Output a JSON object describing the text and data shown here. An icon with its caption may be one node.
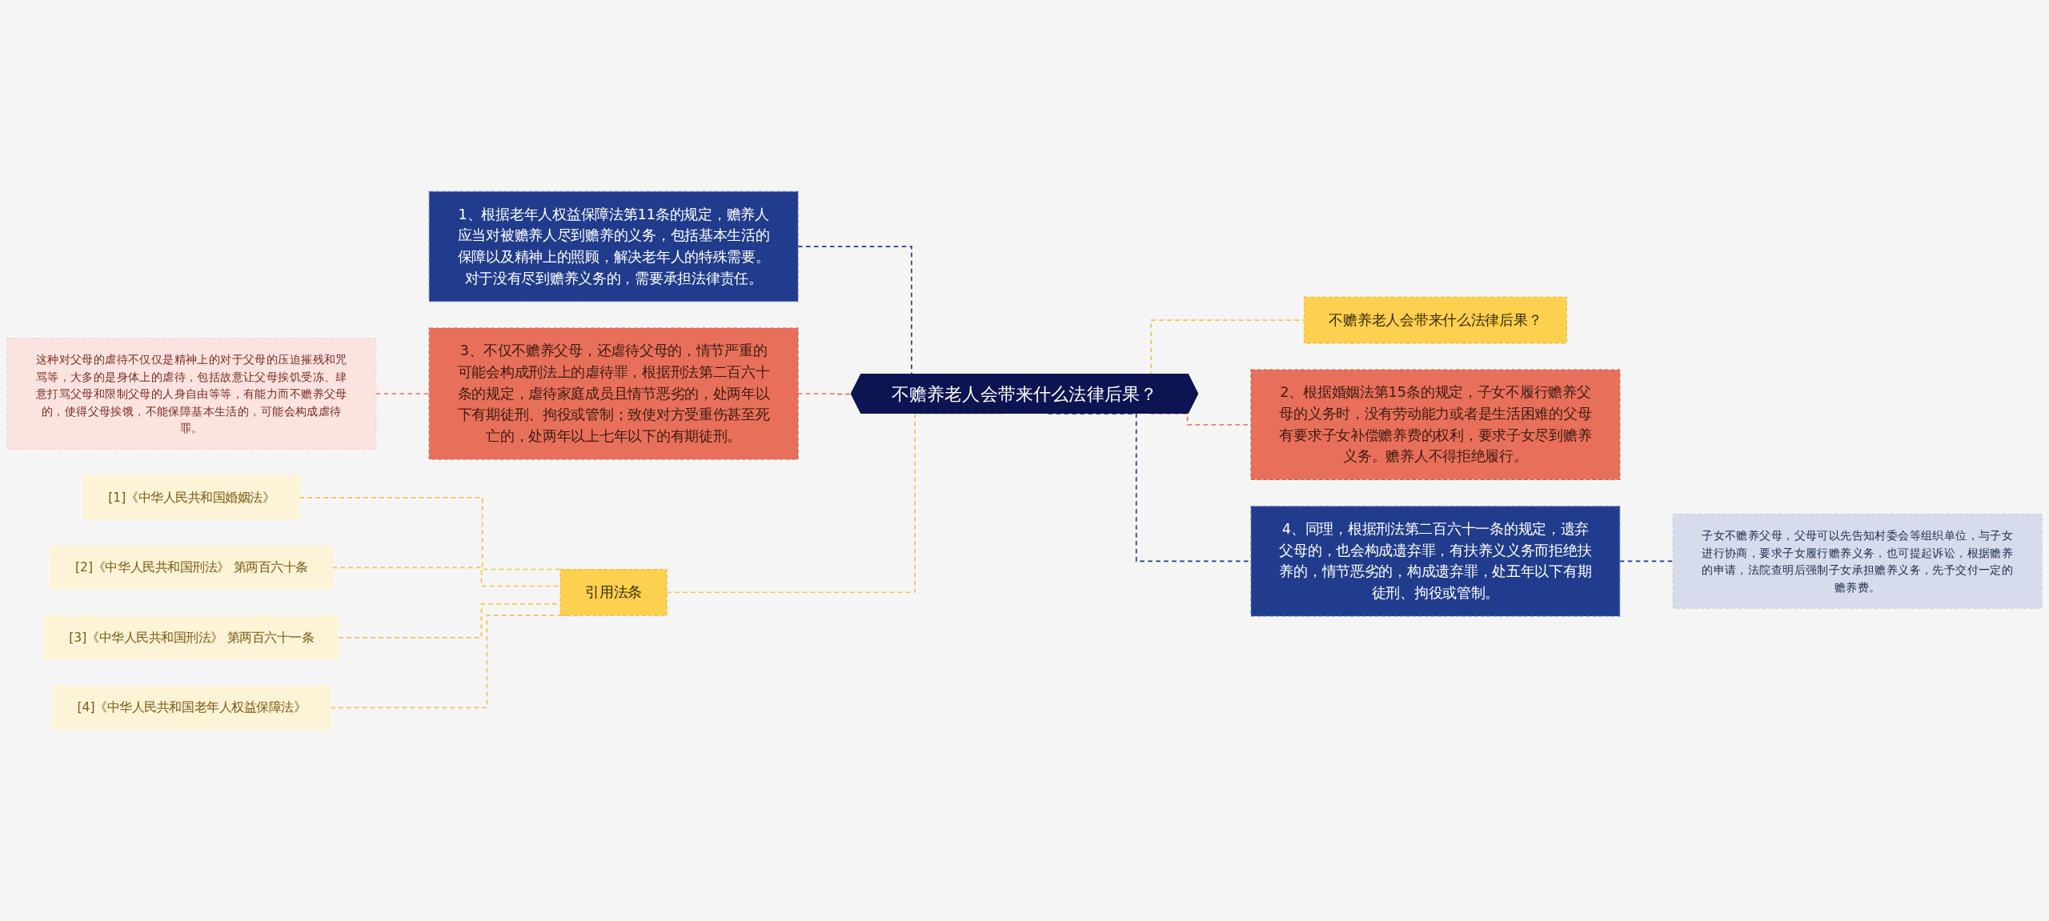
{
  "diagram": {
    "nodes": [
      {
        "text": [
          "不赡养老人会带来什么法律后果？"
        ]
      },
      {
        "text": [
          "1、根据老年人权益保障法第11条的规定，赡养人应当对被赡养人尽到赡养的义务，包括基本生活的保障以及精神上的照顾，解决老年人的特殊需要。对于没有尽到赡养义务的，需要承担法律责任。"
        ]
      },
      {
        "text": [
          "3、不仅不赡养父母，还虐待父母的，情节严重的可能会构成刑法上的虐待罪，根据刑法第二百六十条的规定，虐待家庭成员且情节恶劣的，处两年以下有期徒刑、拘役或管制；致使对方受重伤甚至死亡的，处两年以上七年以下的有期徒刑。"
        ]
      },
      {
        "text": [
          "这种对父母的虐待不仅仅是精神上的对于父母的压迫摧残和咒骂等，大多的是身体上的虐待，包括故意让父母挨饥受冻、肆意打骂父母和限制父母的人身自由等等，有能力而不赡养父母的，使得父母挨饿，不能保障基本生活的，可能会构成虐待罪。"
        ]
      },
      {
        "text": [
          "引用法条"
        ]
      },
      {
        "text": [
          "[1]《中华人民共和国婚姻法》"
        ]
      },
      {
        "text": [
          "[2]《中华人民共和国刑法》 第两百六十条"
        ]
      },
      {
        "text": [
          "[3]《中华人民共和国刑法》 第两百六十一条"
        ]
      },
      {
        "text": [
          "[4]《中华人民共和国老年人权益保障法》"
        ]
      },
      {
        "text": [
          "不赡养老人会带来什么法律后果？"
        ]
      },
      {
        "text": [
          "2、根据婚姻法第15条的规定，子女不履行赡养父母的义务时，没有劳动能力或者是生活困难的父母有要求子女补偿赡养费的权利，要求子女尽到赡养义务。赡养人不得拒绝履行。"
        ]
      },
      {
        "text": [
          "4、同理，根据刑法第二百六十一条的规定，遗弃父母的，也会构成遗弃罪，有扶养义义务而拒绝扶养的，情节恶劣的，构成遗弃罪，处五年以下有期徒刑、拘役或管制。"
        ]
      },
      {
        "text": [
          "子女不赡养父母，父母可以先告知村委会等组织单位，与子女进行协商，要求子女履行赡养义务，也可提起诉讼，根据赡养的申请，法院查明后强制子女承担赡养义务，先予交付一定的赡养费。"
        ]
      }
    ],
    "edges": [
      {
        "from": 1,
        "to": 0,
        "arrow": "none",
        "style": "dashed",
        "color": "#1f3a8a"
      },
      {
        "from": 2,
        "to": 0,
        "arrow": "none",
        "style": "dashed",
        "color": "#e8705a"
      },
      {
        "from": 3,
        "to": 2,
        "arrow": "none",
        "style": "dashed",
        "color": "#e8705a"
      },
      {
        "from": 4,
        "to": 0,
        "arrow": "none",
        "style": "dashed"
      },
      {
        "from": 5,
        "to": 4,
        "arrow": "none",
        "style": "dashed"
      },
      {
        "from": 6,
        "to": 4,
        "arrow": "none",
        "style": "dashed"
      },
      {
        "from": 7,
        "to": 4,
        "arrow": "none",
        "style": "dashed"
      },
      {
        "from": 8,
        "to": 4,
        "arrow": "none",
        "style": "dashed"
      },
      {
        "from": 0,
        "to": 9,
        "arrow": "none",
        "style": "dashed"
      },
      {
        "from": 0,
        "to": 10,
        "arrow": "none",
        "style": "dashed",
        "color": "#e8705a"
      },
      {
        "from": 0,
        "to": 11,
        "arrow": "none",
        "style": "dashed",
        "color": "#1f3a8a"
      },
      {
        "from": 11,
        "to": 12,
        "arrow": "none",
        "style": "dashed",
        "color": "#1f3a8a"
      }
    ]
  }
}
